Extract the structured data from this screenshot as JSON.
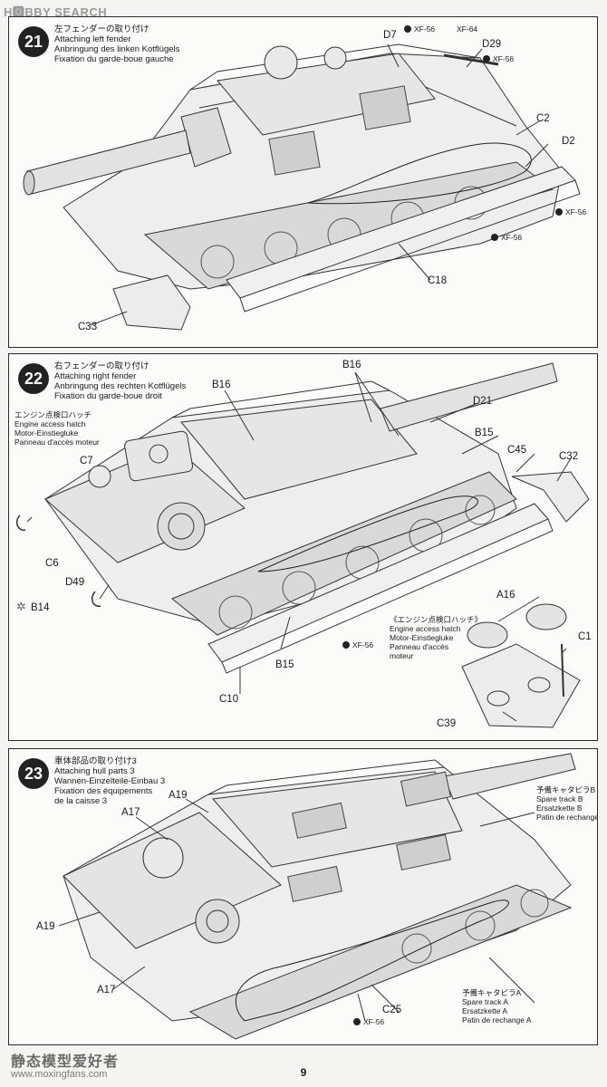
{
  "header": {
    "logo": "H🅾BBY SEARCH"
  },
  "steps": [
    {
      "number": "21",
      "title_lines": [
        "左フェンダーの取り付け",
        "Attaching left fender",
        "Anbringung des linken Kotflügels",
        "Fixation du garde-boue gauche"
      ],
      "labels": [
        "D7",
        "D29",
        "C2",
        "D2",
        "C18",
        "C33"
      ],
      "paints": [
        "XF-56",
        "XF-64",
        "XF-56",
        "XF-56",
        "XF-56"
      ]
    },
    {
      "number": "22",
      "title_lines": [
        "右フェンダーの取り付け",
        "Attaching right fender",
        "Anbringung des rechten Kotflügels",
        "Fixation du garde-boue droit"
      ],
      "labels": [
        "B16",
        "B16",
        "D21",
        "B15",
        "C45",
        "C32",
        "C7",
        "C6",
        "D49",
        "B14",
        "B15",
        "C10",
        "A16",
        "C1",
        "C39"
      ],
      "paints": [
        "XF-56"
      ],
      "note_left": [
        "エンジン点検口ハッチ",
        "Engine access hatch",
        "Motor-Einstiegluke",
        "Panneau d'accès moteur"
      ],
      "note_right": [
        "《エンジン点検口ハッチ》",
        "Engine access hatch",
        "Motor-Einstiegluke",
        "Panneau d'accès",
        "moteur"
      ]
    },
    {
      "number": "23",
      "title_lines": [
        "車体部品の取り付け3",
        "Attaching hull parts 3",
        "Wannen-Einzelteile-Einbau 3",
        "Fixation des équipements",
        "de la caisse 3"
      ],
      "labels": [
        "A19",
        "A17",
        "A19",
        "A17",
        "C25"
      ],
      "paints": [
        "XF-56"
      ],
      "note_b": [
        "予備キャタピラB",
        "Spare track B",
        "Ersatzkette B",
        "Patin de rechange B"
      ],
      "note_a": [
        "予備キャタピラA",
        "Spare track A",
        "Ersatzkette A",
        "Patin de rechange A"
      ]
    }
  ],
  "page_number": "9",
  "watermark": {
    "line1": "静态模型爱好者",
    "line2": "www.moxingfans.com"
  }
}
